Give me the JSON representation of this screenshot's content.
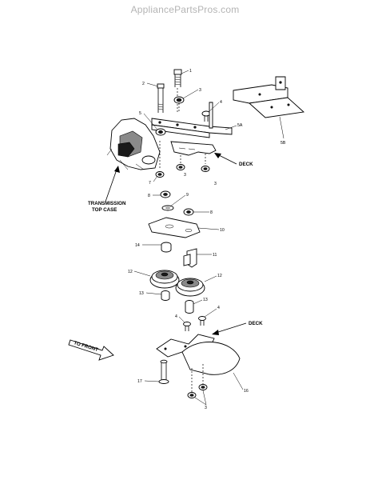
{
  "watermark": "AppliancePartsPros.com",
  "labels": {
    "deck_upper": "DECK",
    "deck_lower": "DECK",
    "transmission_line1": "TRANSMISSION",
    "transmission_line2": "TOP CASE",
    "to_front": "TO FRONT"
  },
  "callouts": {
    "c1": "1",
    "c2": "2",
    "c3a": "3",
    "c4a": "4",
    "c5": "5",
    "c5a": "5A",
    "c5b": "5B",
    "c3b": "3",
    "c3c": "3",
    "c7": "7",
    "c8a": "8",
    "c9": "9",
    "c8b": "8",
    "c10": "10",
    "c14": "14",
    "c11": "11",
    "c12a": "12",
    "c12b": "12",
    "c13a": "13",
    "c13b": "13",
    "c4b": "4",
    "c4c": "4",
    "c17": "17",
    "c16": "16",
    "c3d": "3"
  }
}
